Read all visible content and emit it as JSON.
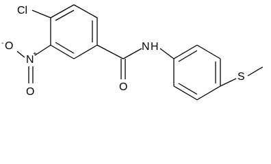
{
  "molecule": {
    "atoms": {
      "cl": "Cl",
      "nitro_n": "N",
      "nitro_n_charge": "+",
      "nitro_o_minus": "O",
      "nitro_o_minus_charge": "-",
      "nitro_o_double": "O",
      "amide_o": "O",
      "amide_n": "N",
      "amide_h": "H",
      "thioether_s": "S"
    }
  }
}
